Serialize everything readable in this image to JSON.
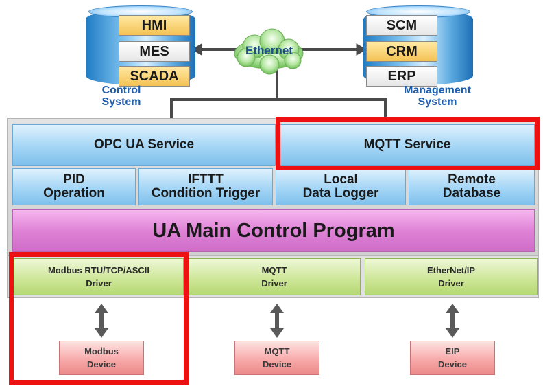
{
  "control_system": {
    "labels": [
      "HMI",
      "MES",
      "SCADA"
    ],
    "caption_line1": "Control",
    "caption_line2": "System"
  },
  "management_system": {
    "labels": [
      "SCM",
      "CRM",
      "ERP"
    ],
    "caption_line1": "Management",
    "caption_line2": "System"
  },
  "network": {
    "label": "Ethernet"
  },
  "services": {
    "opc_ua": "OPC UA Service",
    "mqtt": "MQTT Service"
  },
  "functions": [
    {
      "line1": "PID",
      "line2": "Operation"
    },
    {
      "line1": "IFTTT",
      "line2": "Condition Trigger"
    },
    {
      "line1": "Local",
      "line2": "Data Logger"
    },
    {
      "line1": "Remote",
      "line2": "Database"
    }
  ],
  "main_program": "UA Main Control Program",
  "drivers": [
    {
      "line1": "Modbus RTU/TCP/ASCII",
      "line2": "Driver"
    },
    {
      "line1": "MQTT",
      "line2": "Driver"
    },
    {
      "line1": "EtherNet/IP",
      "line2": "Driver"
    }
  ],
  "devices": [
    {
      "line1": "Modbus",
      "line2": "Device"
    },
    {
      "line1": "MQTT",
      "line2": "Device"
    },
    {
      "line1": "EIP",
      "line2": "Device"
    }
  ],
  "colors": {
    "highlight": "#ee1111",
    "caption_blue": "#1f5fb0",
    "connector": "#4a4a4a"
  }
}
